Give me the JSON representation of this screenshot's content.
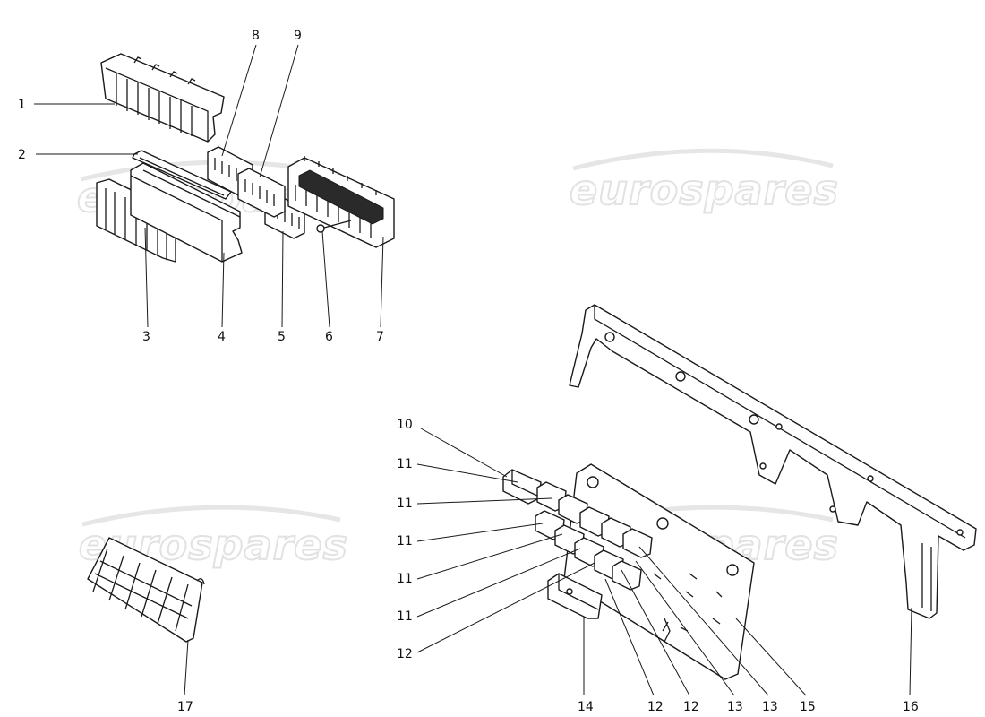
{
  "watermark": {
    "text": "eurospares",
    "color": "#e2e2e2"
  },
  "callouts": [
    {
      "id": "c1",
      "label": "1"
    },
    {
      "id": "c2",
      "label": "2"
    },
    {
      "id": "c3",
      "label": "3"
    },
    {
      "id": "c4",
      "label": "4"
    },
    {
      "id": "c5",
      "label": "5"
    },
    {
      "id": "c6",
      "label": "6"
    },
    {
      "id": "c7",
      "label": "7"
    },
    {
      "id": "c8",
      "label": "8"
    },
    {
      "id": "c9",
      "label": "9"
    },
    {
      "id": "c10",
      "label": "10"
    },
    {
      "id": "c11a",
      "label": "11"
    },
    {
      "id": "c11b",
      "label": "11"
    },
    {
      "id": "c11c",
      "label": "11"
    },
    {
      "id": "c11d",
      "label": "11"
    },
    {
      "id": "c11e",
      "label": "11"
    },
    {
      "id": "c12a",
      "label": "12"
    },
    {
      "id": "c12b",
      "label": "12"
    },
    {
      "id": "c12c",
      "label": "12"
    },
    {
      "id": "c13a",
      "label": "13"
    },
    {
      "id": "c13b",
      "label": "13"
    },
    {
      "id": "c14",
      "label": "14"
    },
    {
      "id": "c15",
      "label": "15"
    },
    {
      "id": "c16",
      "label": "16"
    },
    {
      "id": "c17",
      "label": "17"
    }
  ]
}
